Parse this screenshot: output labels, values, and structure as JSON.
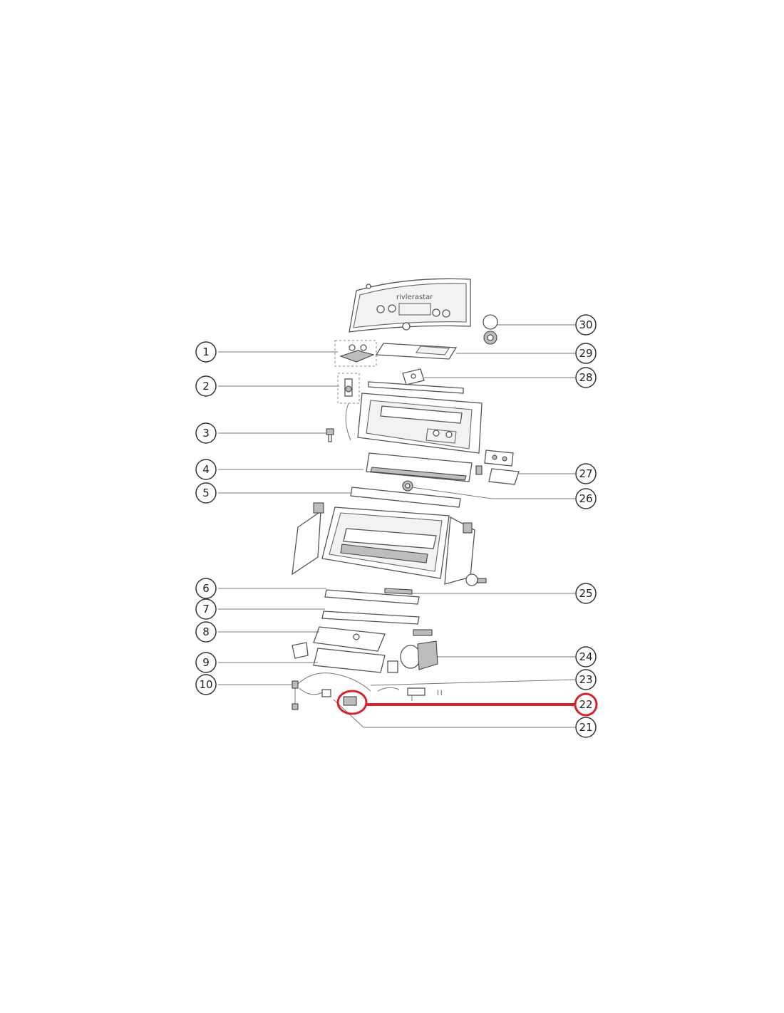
{
  "diagram": {
    "brand_text": "rivlerastar",
    "callouts": [
      {
        "label": "1"
      },
      {
        "label": "2"
      },
      {
        "label": "3"
      },
      {
        "label": "4"
      },
      {
        "label": "5"
      },
      {
        "label": "6"
      },
      {
        "label": "7"
      },
      {
        "label": "8"
      },
      {
        "label": "9"
      },
      {
        "label": "10"
      },
      {
        "label": "21"
      },
      {
        "label": "22"
      },
      {
        "label": "23"
      },
      {
        "label": "24"
      },
      {
        "label": "25"
      },
      {
        "label": "26"
      },
      {
        "label": "27"
      },
      {
        "label": "28"
      },
      {
        "label": "29"
      },
      {
        "label": "30"
      }
    ],
    "highlight": {
      "label": "22",
      "color": "#d7222b"
    },
    "colors": {
      "line": "#555555",
      "callout_border": "#333333",
      "background": "#ffffff"
    }
  }
}
